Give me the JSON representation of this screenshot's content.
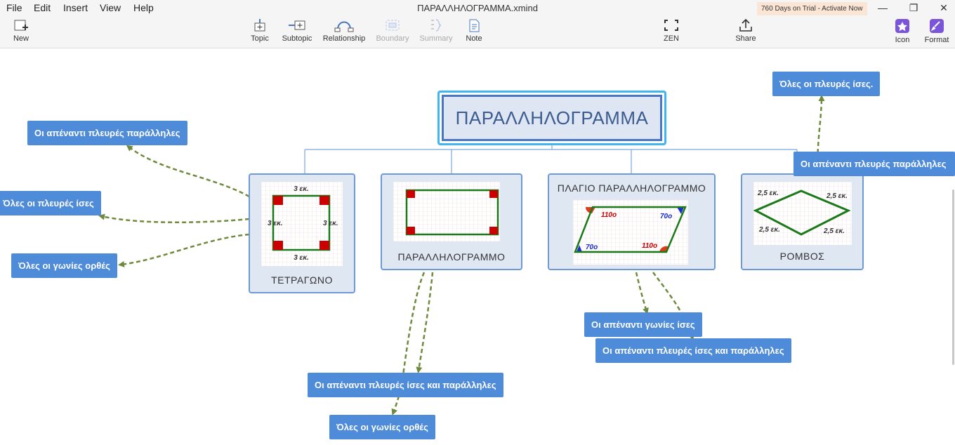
{
  "menu": {
    "items": [
      "File",
      "Edit",
      "Insert",
      "View",
      "Help"
    ]
  },
  "window": {
    "title": "ΠΑΡΑΛΛΗΛΟΓΡΑΜΜΑ.xmind",
    "trial_badge": "760 Days on Trial - Activate Now"
  },
  "toolbar": {
    "new": "New",
    "topic": "Topic",
    "subtopic": "Subtopic",
    "relationship": "Relationship",
    "boundary": "Boundary",
    "summary": "Summary",
    "note": "Note",
    "zen": "ZEN",
    "share": "Share",
    "icon": "Icon",
    "format": "Format"
  },
  "map": {
    "central": "ΠΑΡΑΛΛΗΛΟΓΡΑΜΜΑ",
    "topics": {
      "square": {
        "label": "ΤΕΤΡΑΓΩΝΟ",
        "side_label": "3 εκ."
      },
      "rectangle": {
        "label": "ΠΑΡΑΛΛΗΛΟΓΡΑΜΜΟ"
      },
      "oblique": {
        "label": "ΠΛΑΓΙΟ ΠΑΡΑΛΛΗΛΟΓΡΑΜΜΟ",
        "angle_obtuse": "110ο",
        "angle_acute": "70ο"
      },
      "rhombus": {
        "label": "ΡΟΜΒΟΣ",
        "side_label": "2,5 εκ."
      }
    },
    "callouts": {
      "square_parallel": "Οι απέναντι πλευρές παράλληλες",
      "square_equal": "Όλες οι πλευρές ίσες",
      "square_right": "Όλες οι γωνίες ορθές",
      "rect_equal_parallel": "Οι απέναντι πλευρές ίσες και παράλληλες",
      "rect_right": "Όλες οι γωνίες ορθές",
      "oblique_angles": "Οι απέναντι γωνίες ίσες",
      "oblique_equal_parallel": "Οι απέναντι πλευρές ίσες και παράλληλες",
      "rhombus_equal": "Όλες οι πλευρές ίσες.",
      "rhombus_parallel": "Οι απέναντι πλευρές παράλληλες"
    }
  },
  "colors": {
    "accent": "#4e8bd9",
    "relationship_line": "#6e8b3d",
    "shape_green": "#1a7a1a",
    "corner_red": "#cc0000"
  }
}
